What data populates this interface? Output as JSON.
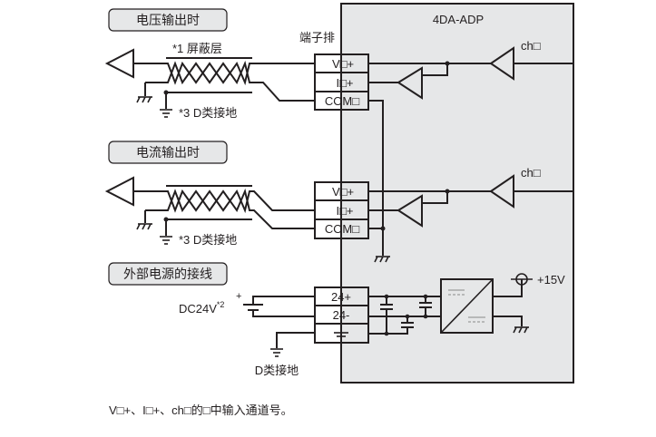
{
  "module_title": "4DA-ADP",
  "terminal_block_label": "端子排",
  "sections": [
    {
      "title": "电压输出时",
      "shield_label": "*1 屏蔽层",
      "ground_label": "*3 D类接地",
      "channel_label": "ch□"
    },
    {
      "title": "电流输出时",
      "ground_label": "*3 D类接地",
      "channel_label": "ch□"
    },
    {
      "title": "外部电源的接线",
      "supply_label": "DC24V",
      "supply_note": "*2",
      "ground_label": "D类接地",
      "output_label": "+15V"
    }
  ],
  "terminals": {
    "v_plus": "V□+",
    "i_plus": "I□+",
    "com": "COM□",
    "p24": "24+",
    "n24": "24-"
  },
  "footnote": "V□+、I□+、ch□的□中输入通道号。",
  "colors": {
    "module_fill": "#e6e7e8",
    "line": "#231f20",
    "label_box": "#e6e7e8"
  }
}
